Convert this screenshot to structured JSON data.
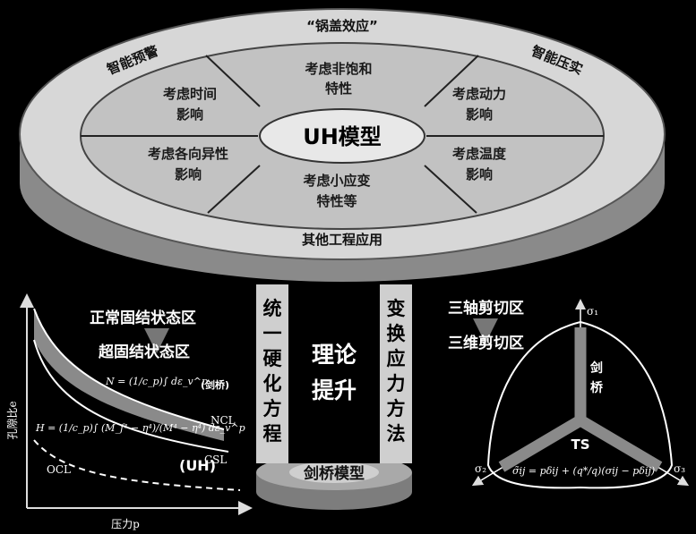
{
  "disc": {
    "top_label": "“锅盖效应”",
    "left_label": "智能预警",
    "right_label": "智能压实",
    "bottom_label": "其他工程应用",
    "center": "UH模型",
    "segments": {
      "top": [
        "考虑非饱和",
        "特性"
      ],
      "upper_left": [
        "考虑时间",
        "影响"
      ],
      "upper_right": [
        "考虑动力",
        "影响"
      ],
      "lower_left": [
        "考虑各向异性",
        "影响"
      ],
      "lower_right": [
        "考虑温度",
        "影响"
      ],
      "bottom": [
        "考虑小应变",
        "特性等"
      ]
    }
  },
  "pillar": {
    "left_text": "统一硬化方程",
    "right_text": "变换应力方法",
    "center_text": [
      "理论",
      "提升"
    ],
    "base_text": "剑桥模型"
  },
  "left_chart": {
    "label_top": "正常固结状态区",
    "label_bottom": "超固结状态区",
    "ylabel": "孔隙比e",
    "xlabel": "压力p",
    "formula_cam": "N = (1/c_p)∫ dε_v^p",
    "cam_tag": "(剑桥)",
    "formula_uh": "H = (1/c_p)∫ (M_f⁴ − η⁴)/(M⁴ − η⁴) dε_v^p",
    "uh_tag": "(UH)",
    "ncl": "NCL",
    "csl": "CSL",
    "ocl": "OCL"
  },
  "right_chart": {
    "label_top": "三轴剪切区",
    "label_bottom": "三维剪切区",
    "axis_top": "σ₁",
    "axis_left": "σ₂",
    "axis_right": "σ₃",
    "cam_label": [
      "剑",
      "桥"
    ],
    "ts_label": "TS",
    "formula": "σ̃ij = pδij + (q*/q)(σij − pδij)"
  }
}
